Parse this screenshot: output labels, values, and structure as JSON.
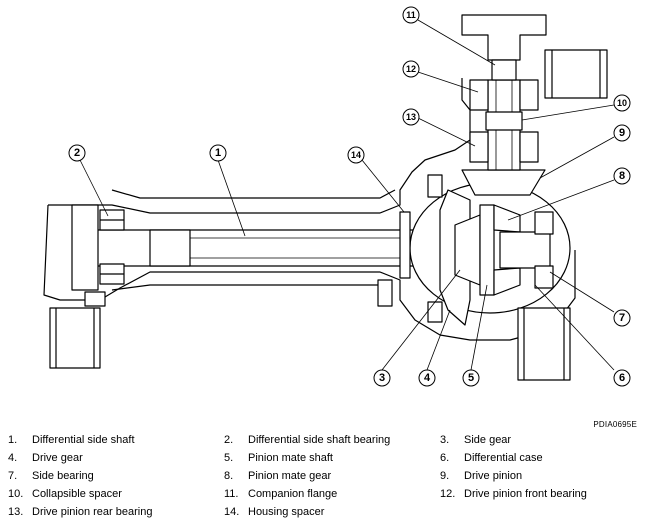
{
  "figure_code": "PDIA0695E",
  "callouts": [
    "1",
    "2",
    "3",
    "4",
    "5",
    "6",
    "7",
    "8",
    "9",
    "10",
    "11",
    "12",
    "13",
    "14"
  ],
  "legend": [
    {
      "num": "1.",
      "label": "Differential side shaft"
    },
    {
      "num": "2.",
      "label": "Differential side shaft bearing"
    },
    {
      "num": "3.",
      "label": "Side gear"
    },
    {
      "num": "4.",
      "label": "Drive gear"
    },
    {
      "num": "5.",
      "label": "Pinion mate shaft"
    },
    {
      "num": "6.",
      "label": "Differential case"
    },
    {
      "num": "7.",
      "label": "Side bearing"
    },
    {
      "num": "8.",
      "label": "Pinion mate gear"
    },
    {
      "num": "9.",
      "label": "Drive pinion"
    },
    {
      "num": "10.",
      "label": "Collapsible spacer"
    },
    {
      "num": "11.",
      "label": "Companion flange"
    },
    {
      "num": "12.",
      "label": "Drive pinion front bearing"
    },
    {
      "num": "13.",
      "label": "Drive pinion rear bearing"
    },
    {
      "num": "14.",
      "label": "Housing spacer"
    }
  ]
}
